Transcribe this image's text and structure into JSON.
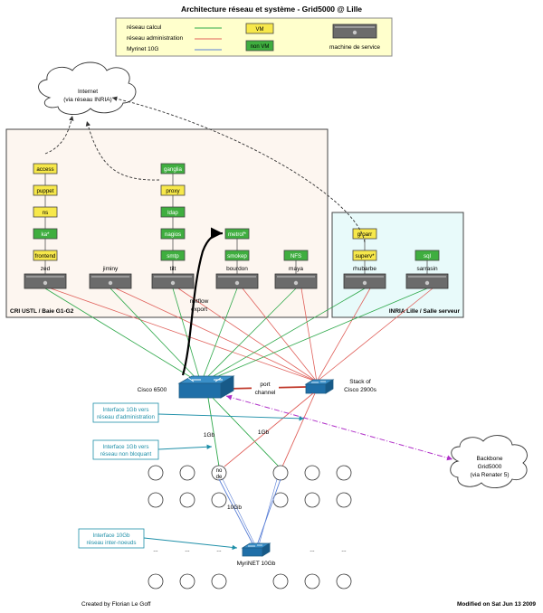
{
  "title": "Architecture réseau et système - Grid5000 @ Lille",
  "legend": {
    "items": [
      {
        "label": "réseau calcul",
        "color": "#2ea84a"
      },
      {
        "label": "réseau administration",
        "color": "#e0605a"
      },
      {
        "label": "Myrinet 10G",
        "color": "#5a7fd6"
      }
    ],
    "vm_label": "VM",
    "nonvm_label": "non VM",
    "service_label": "machine de service"
  },
  "internet": [
    "Internet",
    "(via réseau INRIA)"
  ],
  "backbone": [
    "Backbone",
    "Grid5000",
    "(via Renater 5)"
  ],
  "regions": {
    "cri": "CRI USTL / Baie G1-G2",
    "inria": "INRIA Lille / Salle serveur"
  },
  "machines": [
    "zed",
    "jiminy",
    "tilt",
    "bourdon",
    "maya",
    "rhubarbe",
    "sarrasin"
  ],
  "vms": {
    "zed": [
      "access",
      "puppet",
      "ns",
      "ka*",
      "frontend"
    ],
    "tilt": [
      "ganglia",
      "proxy",
      "ldap",
      "nagios",
      "smtp"
    ],
    "bourdon": [
      "metrof*",
      "smokep"
    ],
    "maya": [
      "NFS"
    ],
    "rhubarbe": [
      "groarr",
      "superv*"
    ],
    "sarrasin": [
      "sql"
    ]
  },
  "labels": {
    "netflow": [
      "netflow",
      "export"
    ],
    "cisco6500": "Cisco 6500",
    "stack": [
      "Stack of",
      "Cisco 2900s"
    ],
    "port_channel": [
      "port",
      "channel"
    ],
    "one_gb_left": "1Gb",
    "one_gb_right": "1Gb",
    "ten_gb": "10Gb",
    "node": [
      "no",
      "de"
    ],
    "myrinet": "MyriNET 10Gb",
    "ellipsis": "..."
  },
  "callouts": [
    [
      "Interface 1Gb vers",
      "réseau d'administration"
    ],
    [
      "Interface 1Gb vers",
      "réseau non bloquant"
    ],
    [
      "Interface 10Gb",
      "réseau inter-noeuds"
    ]
  ],
  "footer": {
    "left": "Created by Florian Le Goff",
    "right": "Modified on Sat Jun 13 2009"
  },
  "colors": {
    "compute": "#2ea84a",
    "admin": "#e0605a",
    "myrinet": "#5a7fd6",
    "vm": "#f7e84a",
    "nonvm": "#3fae3f",
    "callout": "#1e8fa8",
    "backbone_link": "#b030c8",
    "legend_bg": "#ffffcc",
    "cri_bg": "#fdf6f0",
    "inria_bg": "#e8fafa"
  }
}
